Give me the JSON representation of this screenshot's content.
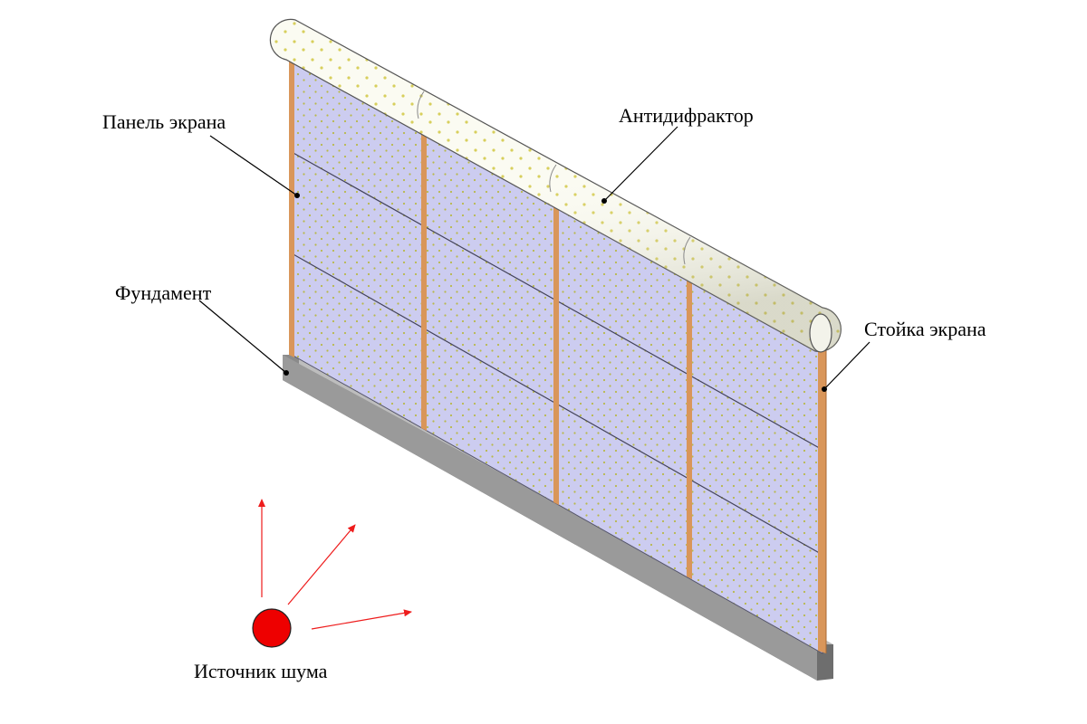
{
  "labels": {
    "panel": "Панель экрана",
    "antidiffractor": "Антидифрактор",
    "foundation": "Фундамент",
    "post": "Стойка экрана",
    "noise_source": "Источник шума"
  },
  "colors": {
    "background": "#ffffff",
    "panel_fill": "#ccccf0",
    "panel_dots": "#b8b84a",
    "panel_seams": "#44445a",
    "post": "#d9965a",
    "post_dark": "#a86a36",
    "foundation_top": "#bdbdbd",
    "foundation_side": "#8a8a8a",
    "foundation_front": "#6e6e6e",
    "antidiffractor": "#fbfbf2",
    "antidiffractor_dots": "#d8cf5c",
    "noise_source": "#ee0000",
    "arrows": "#ee1c1c",
    "text": "#000000"
  },
  "icons": {
    "noise_source": "red-circle",
    "sound_rays": "red-arrows"
  }
}
